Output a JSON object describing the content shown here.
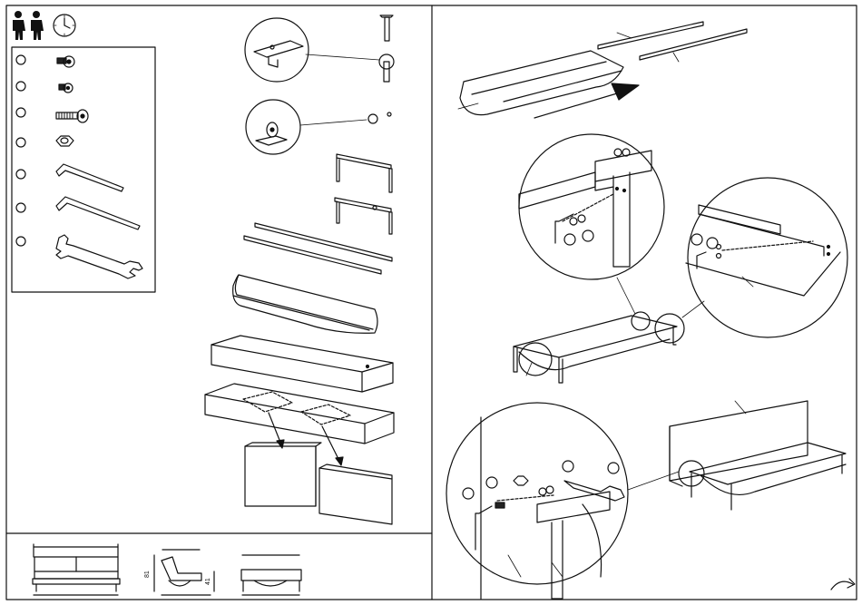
{
  "page": {
    "type": "assembly-instruction-sheet",
    "people_required": 2,
    "icons": {
      "people": "two-person-icon",
      "clock": "clock-icon",
      "next_page": "page-turn-arrow-icon"
    }
  },
  "parts_box": {
    "rows": [
      {
        "icon": "screw-flat-head-icon"
      },
      {
        "icon": "screw-short-icon"
      },
      {
        "icon": "bolt-threaded-icon"
      },
      {
        "icon": "hex-nut-icon"
      },
      {
        "icon": "allen-key-small-icon"
      },
      {
        "icon": "allen-key-large-icon"
      },
      {
        "icon": "open-end-wrench-icon"
      }
    ]
  },
  "components": [
    {
      "icon": "leg-with-pad-icon"
    },
    {
      "icon": "wheel-caster-icon"
    },
    {
      "icon": "leg-frame-icon"
    },
    {
      "icon": "side-rail-icon"
    },
    {
      "icon": "curved-tray-icon"
    },
    {
      "icon": "cushion-block-icon"
    },
    {
      "icon": "storage-box-icon"
    }
  ],
  "dimensions": {
    "labels": [
      "81",
      "41"
    ]
  }
}
